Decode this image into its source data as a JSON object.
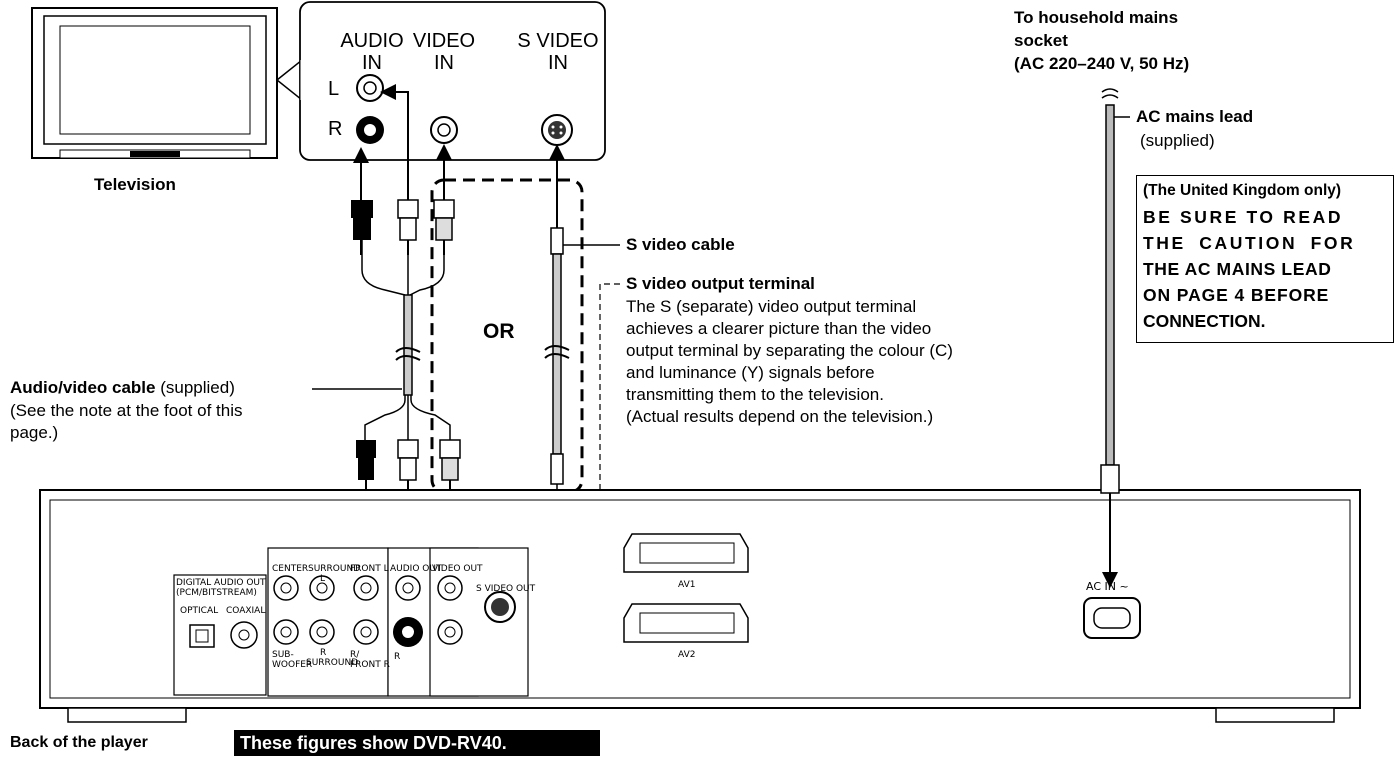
{
  "tv": {
    "label": "Television",
    "jacks": {
      "audio_in": [
        "AUDIO",
        "IN"
      ],
      "video_in": [
        "VIDEO",
        "IN"
      ],
      "svideo_in": [
        "S VIDEO",
        "IN"
      ],
      "left": "L",
      "right": "R"
    }
  },
  "mains": {
    "socket_label": [
      "To household mains",
      "socket",
      "(AC 220–240 V, 50 Hz)"
    ],
    "lead_label": "AC mains lead",
    "lead_note": "(supplied)",
    "caution_lines": [
      "(The United Kingdom only)",
      "BE SURE TO READ",
      "THE CAUTION FOR",
      "THE AC MAINS LEAD",
      "ON PAGE 4 BEFORE",
      "CONNECTION."
    ]
  },
  "cables": {
    "svideo_cable": "S video cable",
    "svideo_terminal_title": "S video output terminal",
    "svideo_terminal_desc": [
      "The S (separate) video output terminal",
      "achieves a clearer picture than the video",
      "output terminal by separating the colour (C)",
      "and luminance (Y) signals before",
      "transmitting them to the television.",
      "(Actual results depend on the television.)"
    ],
    "or_label": "OR",
    "av_cable_title": "Audio/video cable",
    "av_cable_supplied": " (supplied)",
    "av_cable_note": [
      "(See the note at the foot of this",
      "page.)"
    ]
  },
  "player": {
    "label": "Back of the player",
    "banner": "These figures show DVD-RV40.",
    "panel_labels": {
      "digital_audio_out": [
        "DIGITAL AUDIO OUT",
        "(PCM/BITSTREAM)"
      ],
      "optical": "OPTICAL",
      "coaxial": "COAXIAL",
      "center": "CENTER",
      "surround_l": "SURROUND",
      "surround_l2": "L",
      "subwoofer": [
        "SUB-",
        "WOOFER"
      ],
      "surround_r": "SURROUND",
      "surround_r2": "R",
      "front_l": "FRONT L",
      "front_r": [
        "R/",
        "FRONT R"
      ],
      "audio_out": "AUDIO OUT",
      "audio_r": "R",
      "video_out": "VIDEO OUT",
      "s_video_out": "S VIDEO OUT",
      "av1": "AV1",
      "av2": "AV2",
      "ac_in": "AC IN ~"
    }
  }
}
